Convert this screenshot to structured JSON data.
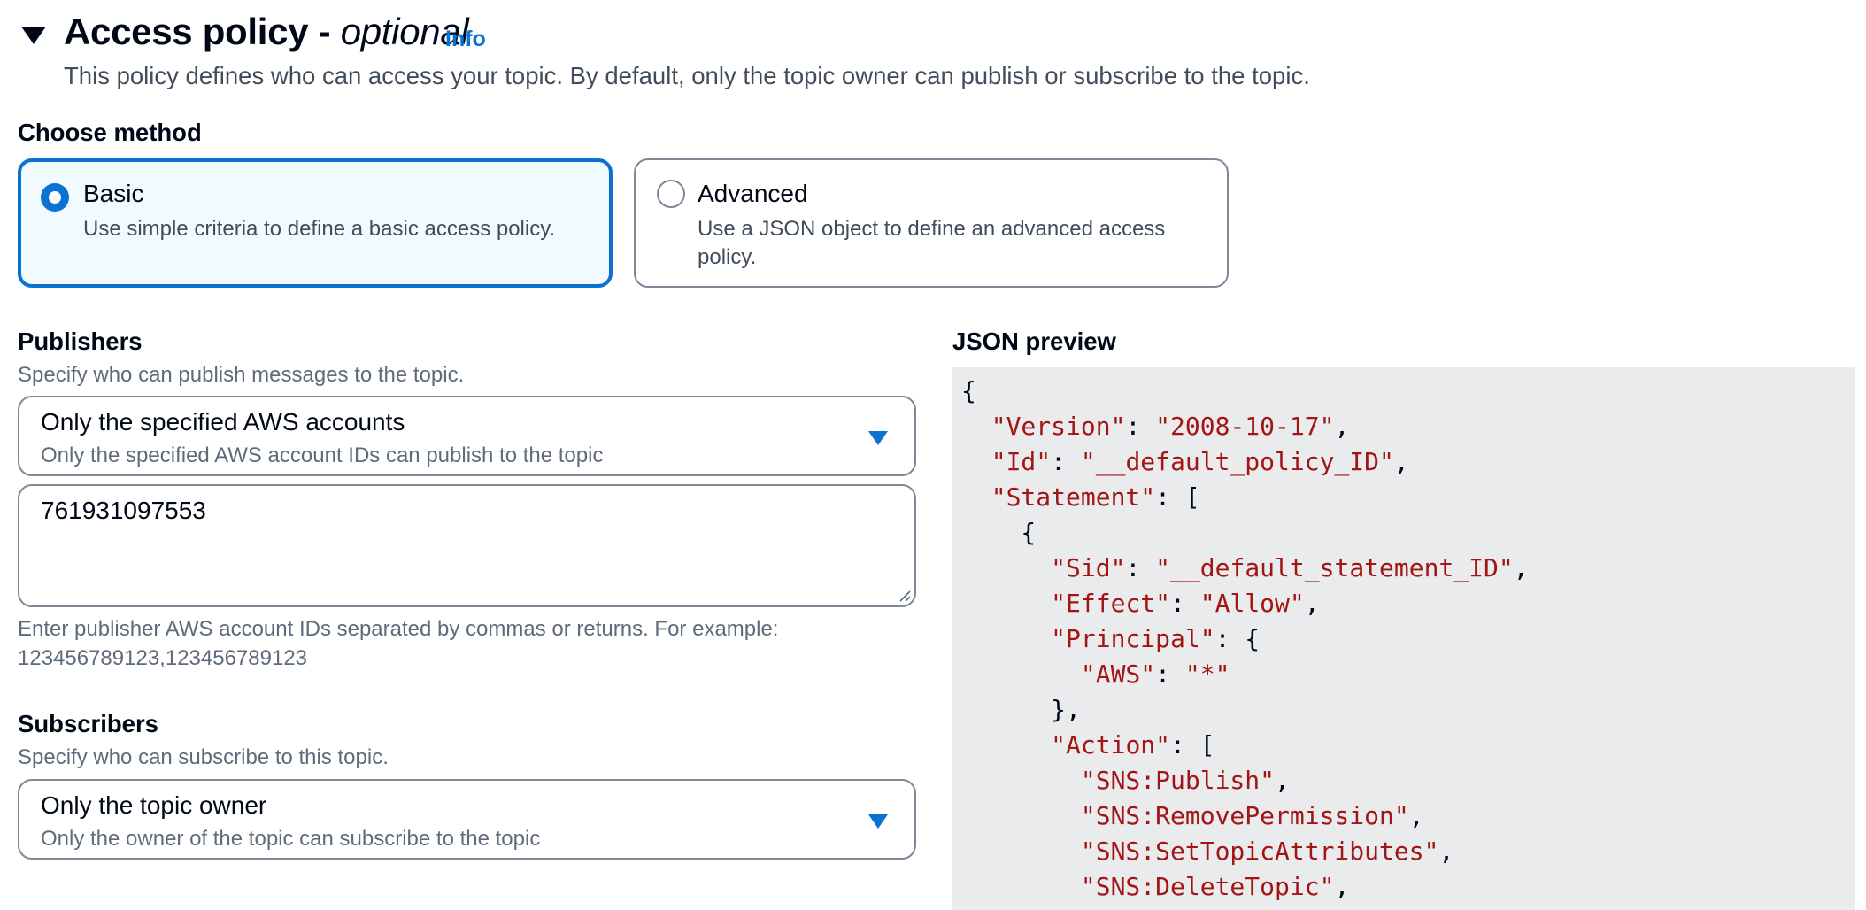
{
  "section": {
    "title": "Access policy - ",
    "title_optional": "optional",
    "info": "Info",
    "description": "This policy defines who can access your topic. By default, only the topic owner can publish or subscribe to the topic."
  },
  "method": {
    "label": "Choose method",
    "options": [
      {
        "title": "Basic",
        "description": "Use simple criteria to define a basic access policy.",
        "selected": true
      },
      {
        "title": "Advanced",
        "description": "Use a JSON object to define an advanced access policy.",
        "selected": false
      }
    ]
  },
  "publishers": {
    "label": "Publishers",
    "description": "Specify who can publish messages to the topic.",
    "select_value": "Only the specified AWS accounts",
    "select_description": "Only the specified AWS account IDs can publish to the topic",
    "accounts_value": "761931097553",
    "hint_line1": "Enter publisher AWS account IDs separated by commas or returns. For example:",
    "hint_line2": "123456789123,123456789123"
  },
  "subscribers": {
    "label": "Subscribers",
    "description": "Specify who can subscribe to this topic.",
    "select_value": "Only the topic owner",
    "select_description": "Only the owner of the topic can subscribe to the topic"
  },
  "json_preview": {
    "label": "JSON preview",
    "open_brace": "{",
    "version_key": "\"Version\"",
    "version_value": "\"2008-10-17\"",
    "id_key": "\"Id\"",
    "id_value": "\"__default_policy_ID\"",
    "statement_key": "\"Statement\"",
    "sid_key": "\"Sid\"",
    "sid_value": "\"__default_statement_ID\"",
    "effect_key": "\"Effect\"",
    "effect_value": "\"Allow\"",
    "principal_key": "\"Principal\"",
    "aws_key": "\"AWS\"",
    "aws_value": "\"*\"",
    "action_key": "\"Action\"",
    "actions": [
      "\"SNS:Publish\"",
      "\"SNS:RemovePermission\"",
      "\"SNS:SetTopicAttributes\"",
      "\"SNS:DeleteTopic\""
    ]
  },
  "colors": {
    "accent": "#0972d3",
    "json_key": "#a31515",
    "json_brace": "#19a119",
    "code_bg": "#e9ebed"
  }
}
